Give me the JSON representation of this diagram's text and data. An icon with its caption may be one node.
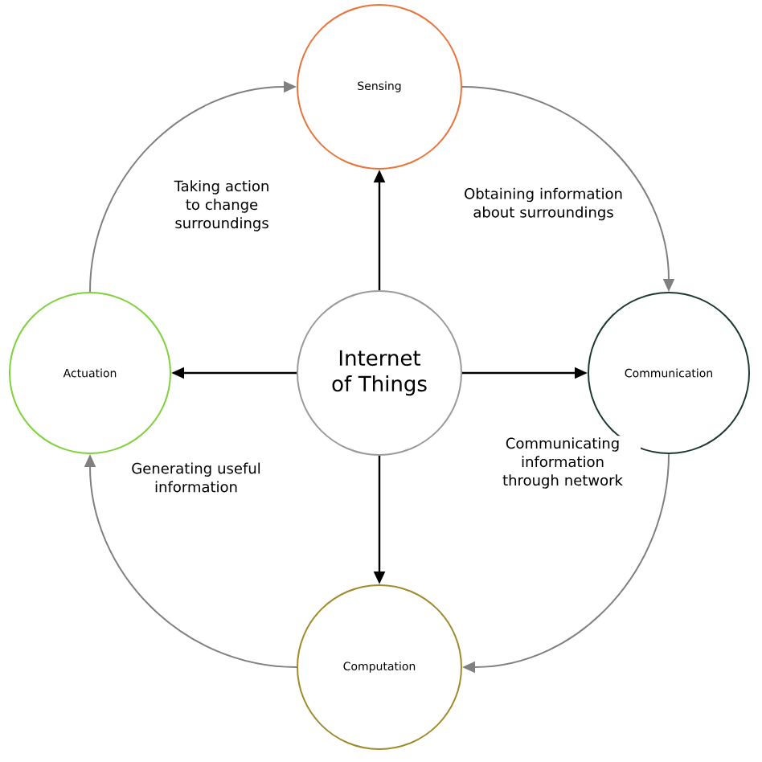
{
  "diagram": {
    "nodes": [
      {
        "text": [
          "Sensing"
        ]
      },
      {
        "text": [
          "Actuation"
        ]
      },
      {
        "text": [
          "Internet of Things"
        ]
      },
      {
        "text": [
          "Communication"
        ]
      },
      {
        "text": [
          "Computation"
        ]
      }
    ],
    "edges": [
      {
        "from": 2,
        "to": 0,
        "arrow": "to"
      },
      {
        "from": 2,
        "to": 1,
        "arrow": "to"
      },
      {
        "from": 2,
        "to": 3,
        "arrow": "to"
      },
      {
        "from": 2,
        "to": 4,
        "arrow": "to"
      },
      {
        "from": 1,
        "to": 0,
        "arrow": "to",
        "color": "#808080",
        "label": "Taking action to change surroundings"
      },
      {
        "from": 0,
        "to": 3,
        "arrow": "to",
        "color": "#808080",
        "label": "Obtaining information about surroundings"
      },
      {
        "from": 3,
        "to": 4,
        "arrow": "to",
        "color": "#808080",
        "label": "Communicating information through network"
      },
      {
        "from": 4,
        "to": 1,
        "arrow": "to",
        "color": "#808080",
        "label": "Generating useful information"
      }
    ]
  }
}
